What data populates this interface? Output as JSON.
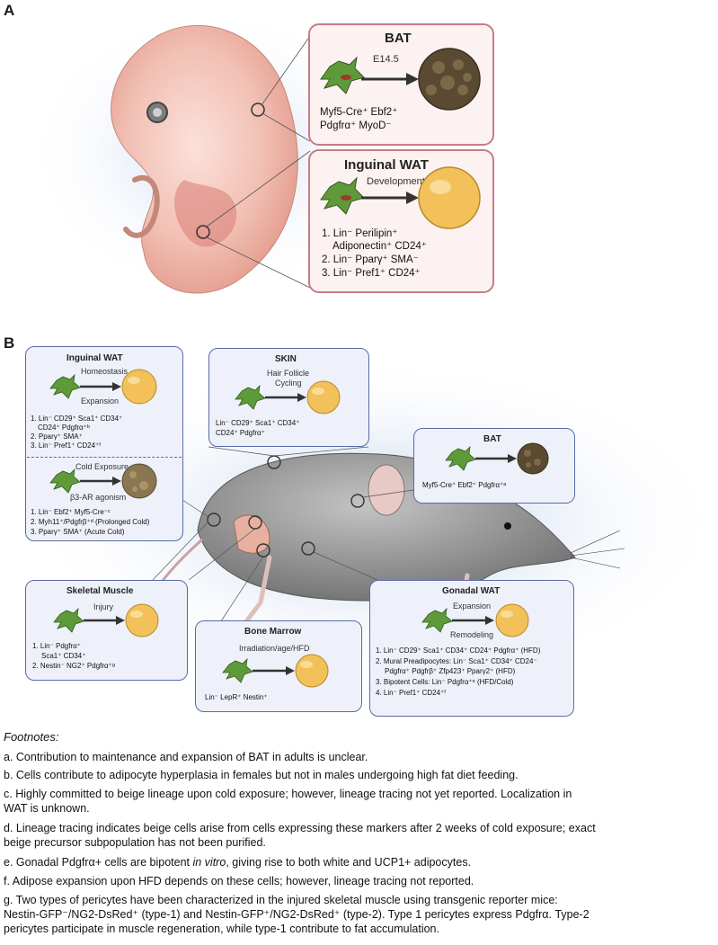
{
  "panel_a": {
    "letter": "A",
    "bat": {
      "title": "BAT",
      "stage": "E14.5",
      "marker_line1": "Myf5-Cre⁺ Ebf2⁺",
      "marker_line2": "Pdgfrα⁺ MyoD⁻"
    },
    "inguinal": {
      "title": "Inguinal WAT",
      "stage": "Development",
      "marker_line1": "1. Lin⁻ Perilipin⁺",
      "marker_line2": "Adiponectin⁺ CD24⁺",
      "marker_line3": "2. Lin⁻ Pparγ⁺ SMA⁻",
      "marker_line4": "3. Lin⁻ Pref1⁺ CD24⁺"
    }
  },
  "panel_b": {
    "letter": "B",
    "inguinal": {
      "title": "Inguinal WAT",
      "top_label1": "Homeostasis",
      "top_label2": "Expansion",
      "top_markers": [
        "1. Lin⁻ CD29⁺ Sca1⁺ CD34⁺",
        "CD24⁺ Pdgfrα⁺ᵇ",
        "2. Pparγ⁺ SMA⁺",
        "3. Lin⁻ Pref1⁺ CD24⁺ᶠ"
      ],
      "bottom_label1": "Cold Exposure",
      "bottom_label2": "β3-AR agonism",
      "bottom_markers": [
        "1. Lin⁻ Ebf2⁺ Myf5-Cre⁻ᶜ",
        "2. Myh11⁺/Pdgfrβ⁺ᵈ (Prolonged Cold)",
        "3. Pparγ⁺ SMA⁺ (Acute Cold)"
      ]
    },
    "skin": {
      "title": "SKIN",
      "label1": "Hair Follicle",
      "label2": "Cycling",
      "markers": [
        "Lin⁻ CD29⁺ Sca1⁺ CD34⁺",
        "CD24⁺ Pdgfrα⁺"
      ]
    },
    "bat": {
      "title": "BAT",
      "markers": "Myf5-Cre⁺ Ebf2⁺ Pdgfrα⁺ᵃ"
    },
    "muscle": {
      "title": "Skeletal Muscle",
      "label": "Injury",
      "markers": [
        "1. Lin⁻ Pdgfrα⁺",
        "Sca1⁺ CD34⁺",
        "2. Nestin⁻ NG2⁺ Pdgfrα⁺ᵍ"
      ]
    },
    "marrow": {
      "title": "Bone Marrow",
      "label": "Irradiation/age/HFD",
      "markers": "Lin⁻ LepR⁺ Nestin⁺"
    },
    "gonadal": {
      "title": "Gonadal WAT",
      "label1": "Expansion",
      "label2": "Remodeling",
      "markers": [
        "1. Lin⁻ CD29⁺ Sca1⁺ CD34⁺ CD24⁺ Pdgfrα⁺ (HFD)",
        "2. Mural Preadipocytes: Lin⁻ Sca1⁺ CD34⁺ CD24⁻",
        "Pdgfrα⁺ Pdgfrβ⁺ Zfp423⁺ Pparγ2⁺ (HFD)",
        "3. Bipotent Cells: Lin⁻ Pdgfrα⁺ᵉ (HFD/Cold)",
        "4. Lin⁻ Pref1⁺ CD24⁺ᶠ"
      ]
    }
  },
  "footnotes": {
    "heading": "Footnotes:",
    "a": "a. Contribution to maintenance and expansion of BAT in adults is unclear.",
    "b": "b. Cells contribute to adipocyte hyperplasia in females but not in males undergoing high fat diet feeding.",
    "c1": "c. Highly committed to beige lineage upon cold exposure; however, lineage tracing not yet reported.  Localization in",
    "c2": "WAT is unknown.",
    "d1": "d. Lineage tracing indicates beige cells arise from cells expressing these markers after 2 weeks of cold exposure; exact",
    "d2": "beige precursor subpopulation has not been purified.",
    "e_pre": "e. Gonadal Pdgfrα+ cells are bipotent ",
    "e_italic": "in vitro",
    "e_post": ", giving rise to both white and UCP1+ adipocytes.",
    "f": "f. Adipose expansion upon HFD depends on these cells; however, lineage tracing not reported.",
    "g1": "g.  Two types of pericytes have been characterized in the injured skeletal muscle using transgenic reporter mice:",
    "g2": "Nestin-GFP⁻/NG2-DsRed⁺ (type-1) and Nestin-GFP⁺/NG2-DsRed⁺ (type-2). Type 1 pericytes express Pdgfrα. Type-2",
    "g3": "pericytes participate in muscle regeneration, while type-1 contribute to fat accumulation."
  },
  "colors": {
    "panel_a_border": "#c87b85",
    "panel_b_border": "#5a6aa8",
    "precursor_cell": "#5f9a3a",
    "white_adipocyte": "#f2c15a",
    "brown_adipocyte": "#5b4a32"
  }
}
